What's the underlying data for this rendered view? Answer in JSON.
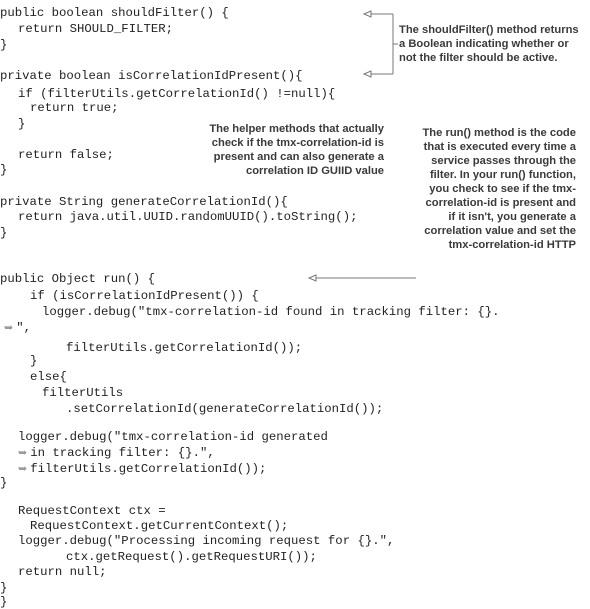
{
  "code": {
    "l1": "public boolean shouldFilter() {",
    "l2": "return SHOULD_FILTER;",
    "l3": "}",
    "l4": "private boolean isCorrelationIdPresent(){",
    "l5": "if (filterUtils.getCorrelationId() !=null){",
    "l6": "return true;",
    "l7": "}",
    "l8": "return false;",
    "l9": "}",
    "l10": "private String generateCorrelationId(){",
    "l11": "return java.util.UUID.randomUUID().toString();",
    "l12": "}",
    "l13": "public Object run() {",
    "l14": "if (isCorrelationIdPresent()) {",
    "l15": "logger.debug(\"tmx-correlation-id found in tracking filter: {}.",
    "l16": "\",",
    "l17": "filterUtils.getCorrelationId());",
    "l18": "}",
    "l19": "else{",
    "l20": "filterUtils",
    "l21": ".setCorrelationId(generateCorrelationId());",
    "l22": "logger.debug(\"tmx-correlation-id generated",
    "l23": "in tracking filter: {}.\",",
    "l24": "filterUtils.getCorrelationId());",
    "l25": "}",
    "l26": "RequestContext ctx =",
    "l27": "RequestContext.getCurrentContext();",
    "l28": "logger.debug(\"Processing incoming request for {}.\",",
    "l29": "ctx.getRequest().getRequestURI());",
    "l30": "return null;",
    "l31": "}",
    "l32": "}"
  },
  "continuation_glyph": "➥",
  "annotations": {
    "should_filter": [
      "The shouldFilter() method returns",
      "a Boolean indicating whether or",
      "not the filter should be active."
    ],
    "helper": [
      "The helper methods that actually",
      "check if the tmx-correlation-id is",
      "present and can also generate a",
      "correlation ID GUIID value"
    ],
    "run": [
      "The run() method is the code",
      "that is executed every time a",
      "service passes through the",
      "filter. In your run() function,",
      "you check to see if the tmx-",
      "correlation-id is present and",
      "if it isn't, you generate a",
      "correlation value and set the",
      "tmx-correlation-id HTTP"
    ]
  },
  "colors": {
    "text": "#222222",
    "annotation": "#3a3a3a",
    "callout_line": "#777777"
  }
}
